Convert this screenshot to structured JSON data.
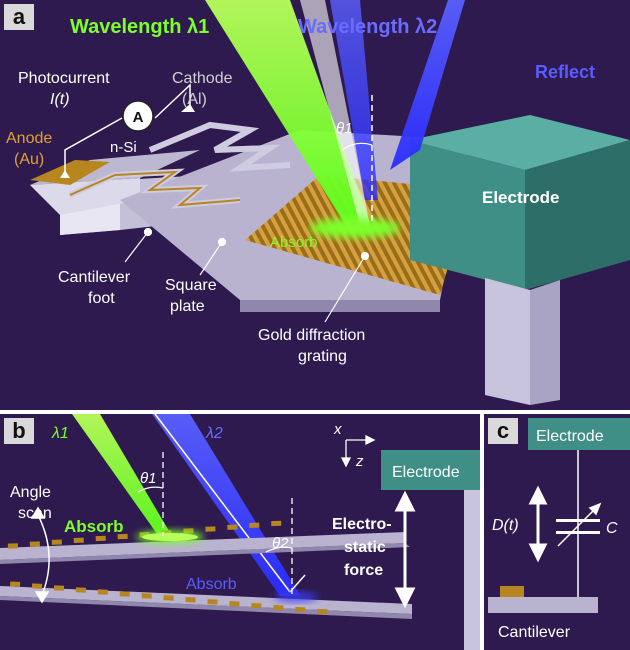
{
  "panels": {
    "a": {
      "label": "a",
      "beam1_label": "Wavelength λ1",
      "beam2_label": "Wavelength λ2",
      "reflect_label": "Reflect",
      "photocurrent_label": "Photocurrent",
      "current_symbol": "I(t)",
      "ammeter_symbol": "A",
      "cathode_label": "Cathode",
      "cathode_material": "(Al)",
      "anode_label": "Anode",
      "anode_material": "(Au)",
      "substrate_label": "n-Si",
      "angle_label": "θ1",
      "electrode_label": "Electrode",
      "absorb_label": "Absorb",
      "cantilever_foot_label_1": "Cantilever",
      "cantilever_foot_label_2": "foot",
      "square_plate_label_1": "Square",
      "square_plate_label_2": "plate",
      "grating_label_1": "Gold diffraction",
      "grating_label_2": "grating"
    },
    "b": {
      "label": "b",
      "lambda1_label": "λ1",
      "lambda2_label": "λ2",
      "axis_x": "x",
      "axis_z": "z",
      "theta1_label": "θ1",
      "theta2_label": "θ2",
      "angle_scan_label_1": "Angle",
      "angle_scan_label_2": "scan",
      "absorb_green_label": "Absorb",
      "absorb_blue_label": "Absorb",
      "electrode_label": "Electrode",
      "force_label_1": "Electro-",
      "force_label_2": "static",
      "force_label_3": "force"
    },
    "c": {
      "label": "c",
      "electrode_label": "Electrode",
      "distance_label": "D(t)",
      "capacitance_label": "C",
      "cantilever_label": "Cantilever"
    }
  },
  "colors": {
    "background": "#2e1a4e",
    "beam_green": "#7dff2a",
    "beam_blue": "#3a3cff",
    "electrode": "#3f8f86",
    "gold": "#b8861e",
    "anode_text": "#e0a030",
    "label_box": "#d9d9d9"
  }
}
